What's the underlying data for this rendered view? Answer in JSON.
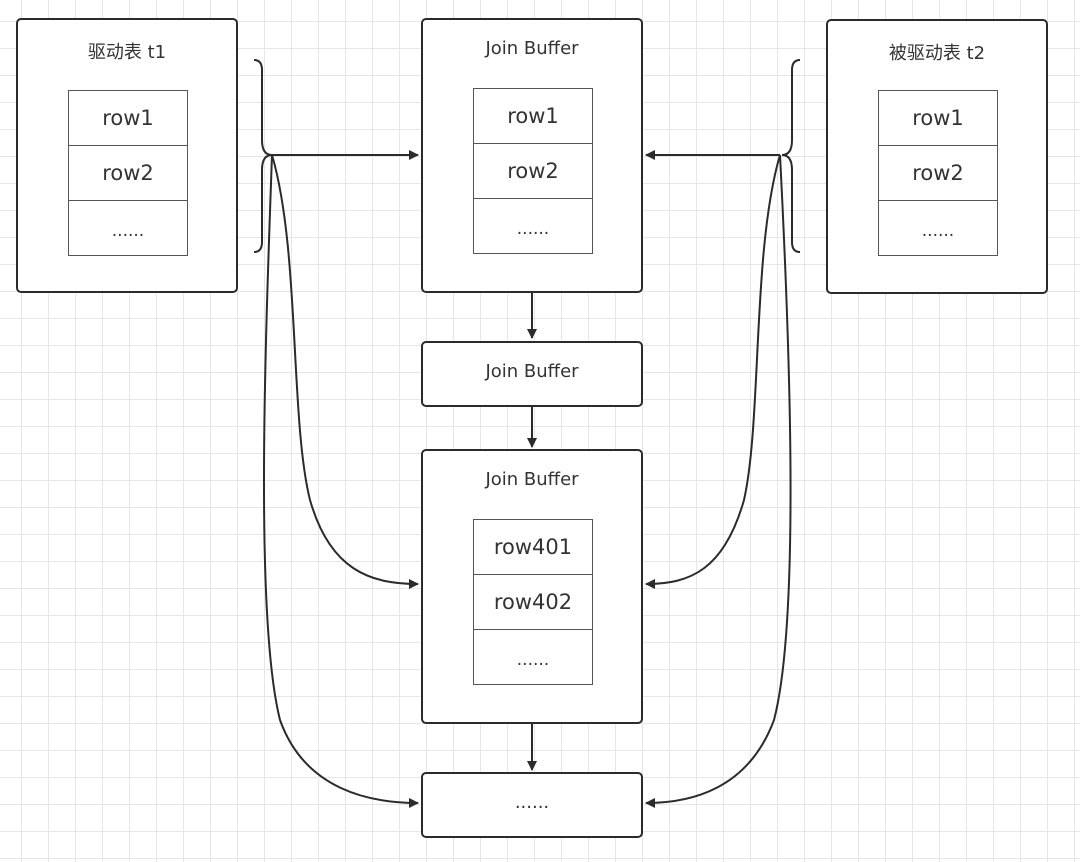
{
  "t1": {
    "title": "驱动表 t1",
    "rows": [
      "row1",
      "row2",
      "......"
    ]
  },
  "buffer1": {
    "title": "Join Buffer",
    "rows": [
      "row1",
      "row2",
      "......"
    ]
  },
  "t2": {
    "title": "被驱动表 t2",
    "rows": [
      "row1",
      "row2",
      "......"
    ]
  },
  "buffer2": {
    "title": "Join Buffer"
  },
  "buffer3": {
    "title": "Join Buffer",
    "rows": [
      "row401",
      "row402",
      "......"
    ]
  },
  "result": {
    "label": "......"
  },
  "colors": {
    "stroke": "#2b2b2b",
    "grid": "#e6e6e6"
  }
}
